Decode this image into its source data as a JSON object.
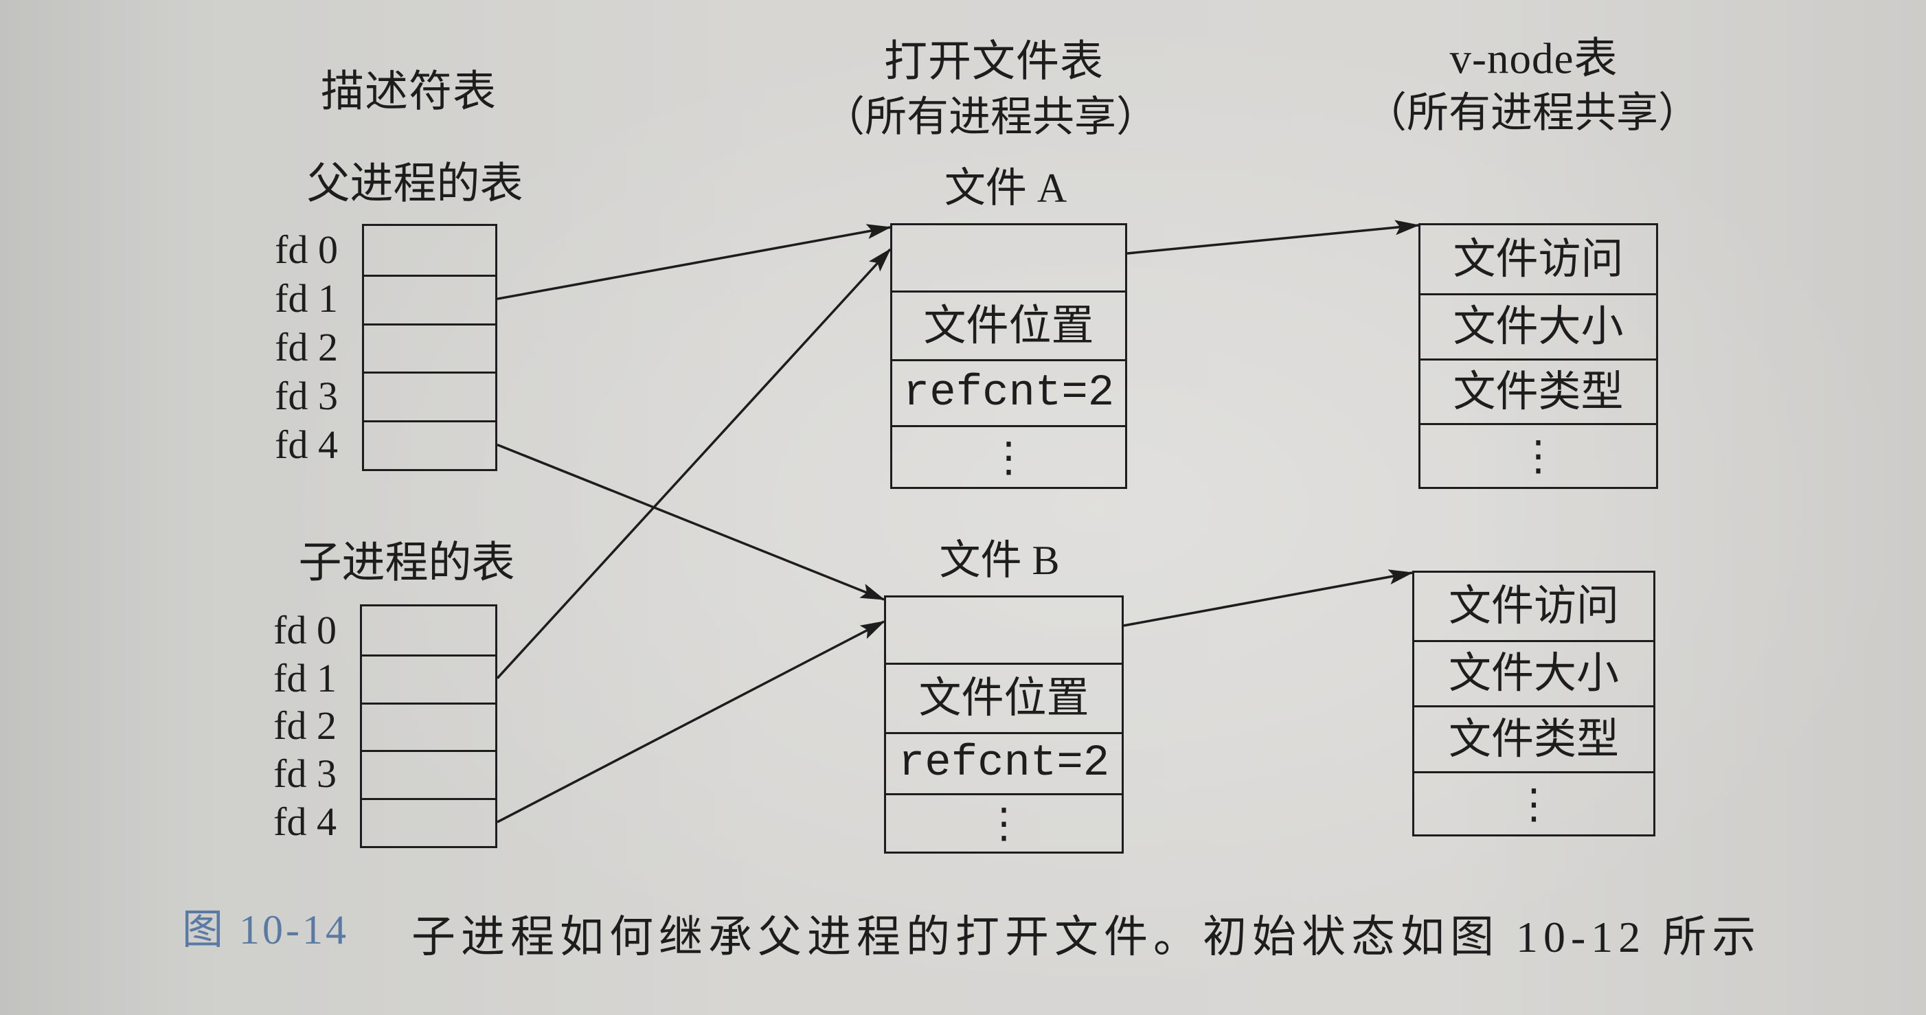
{
  "figure": {
    "headings": {
      "descriptor_table": "描述符表",
      "open_file_table": "打开文件表",
      "open_file_table_note": "（所有进程共享）",
      "vnode_table": "v-node表",
      "vnode_table_note": "（所有进程共享）"
    },
    "descriptor_tables": [
      {
        "title": "父进程的表",
        "fds": [
          "fd 0",
          "fd 1",
          "fd 2",
          "fd 3",
          "fd 4"
        ],
        "links": [
          {
            "fd": 1,
            "file": 0
          },
          {
            "fd": 4,
            "file": 1
          }
        ]
      },
      {
        "title": "子进程的表",
        "fds": [
          "fd 0",
          "fd 1",
          "fd 2",
          "fd 3",
          "fd 4"
        ],
        "links": [
          {
            "fd": 1,
            "file": 0
          },
          {
            "fd": 4,
            "file": 1
          }
        ]
      }
    ],
    "open_files": [
      {
        "title": "文件 A",
        "rows": [
          "文件位置",
          "refcnt=2",
          "⋮"
        ],
        "vnode": 0
      },
      {
        "title": "文件 B",
        "rows": [
          "文件位置",
          "refcnt=2",
          "⋮"
        ],
        "vnode": 1
      }
    ],
    "vnodes": [
      {
        "rows": [
          "文件访问",
          "文件大小",
          "文件类型",
          "⋮"
        ]
      },
      {
        "rows": [
          "文件访问",
          "文件大小",
          "文件类型",
          "⋮"
        ]
      }
    ]
  },
  "caption": {
    "number": "图 10-14",
    "text": "子进程如何继承父进程的打开文件。初始状态如图 10-12 所示"
  },
  "colors": {
    "ink": "#1d1d1d",
    "caption_number": "#5a7aa3"
  }
}
